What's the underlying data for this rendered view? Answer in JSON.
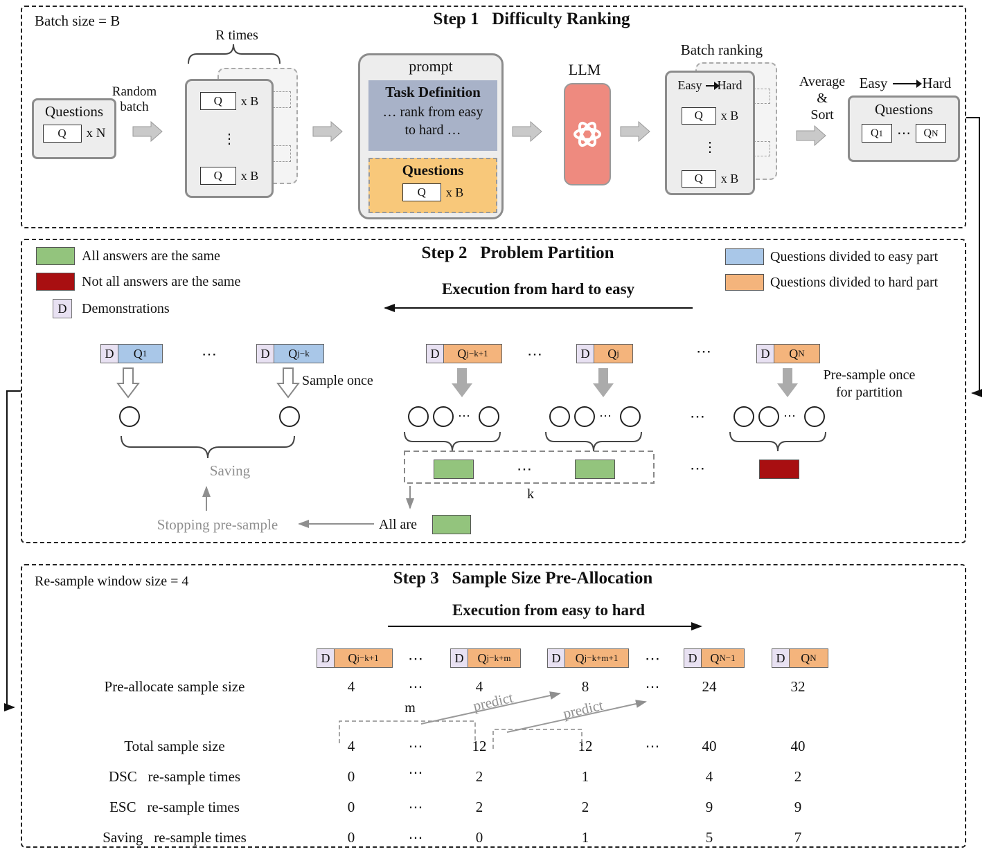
{
  "colors": {
    "easy_blue": "#a9c7e8",
    "hard_orange": "#f4b47c",
    "same_green": "#93c47d",
    "not_same_red": "#a80f11",
    "demo_lavender": "#e8e1f2",
    "llm_pink": "#ee8a7f",
    "task_slate": "#a8b2c8",
    "prompt_orange": "#f8c87a"
  },
  "step1": {
    "batch_size": "Batch size = B",
    "title": "Step 1   Difficulty Ranking",
    "questions_box": {
      "title": "Questions",
      "q": "Q",
      "count": "x N"
    },
    "random_batch": "Random\nbatch",
    "r_times": "R times",
    "batch_box": {
      "q": "Q",
      "count": "x B"
    },
    "vdots": "⋮",
    "prompt": {
      "title": "prompt",
      "task_title": "Task Definition",
      "task_body": "… rank from easy\nto hard …",
      "questions_title": "Questions",
      "q": "Q",
      "count": "x B"
    },
    "llm": "LLM",
    "batch_ranking": "Batch ranking",
    "easy_hard_box": {
      "easy": "Easy",
      "hard": "Hard"
    },
    "avg_sort": "Average\n&\nSort",
    "easy_hard_sorted": {
      "easy": "Easy",
      "hard": "Hard"
    },
    "result_box": {
      "title": "Questions",
      "q_base": "Q",
      "q1_sub": "1",
      "dots": "⋯",
      "qn_sub": "N"
    }
  },
  "step2": {
    "title": "Step 2   Problem Partition",
    "legend_left": [
      {
        "label": "All answers are the same"
      },
      {
        "label": "Not all answers are the same"
      },
      {
        "badge": "D",
        "label": "Demonstrations"
      }
    ],
    "legend_right": [
      {
        "label": "Questions divided to easy part"
      },
      {
        "label": "Questions divided to hard part"
      }
    ],
    "execution": "Execution from hard to easy",
    "items": [
      {
        "d": "D",
        "base": "Q",
        "sub": "1"
      },
      {
        "d": "D",
        "base": "Q",
        "sub": "j−k"
      },
      {
        "d": "D",
        "base": "Q",
        "sub": "j−k+1"
      },
      {
        "d": "D",
        "base": "Q",
        "sub": "j"
      },
      {
        "d": "D",
        "base": "Q",
        "sub": "N"
      }
    ],
    "dots": "⋯",
    "group_dots": "⋯",
    "sample_once": "Sample once",
    "pre_sample_once": "Pre-sample once\nfor partition",
    "saving": "Saving",
    "stopping": "Stopping pre-sample",
    "all_are": "All are",
    "k": "k"
  },
  "step3": {
    "window": "Re-sample window size = 4",
    "title": "Step 3   Sample Size Pre-Allocation",
    "execution": "Execution from easy to hard",
    "columns": [
      {
        "d": "D",
        "base": "Q",
        "sub": "j−k+1"
      },
      {
        "d": "D",
        "base": "Q",
        "sub": "j−k+m"
      },
      {
        "d": "D",
        "base": "Q",
        "sub": "j−k+m+1"
      },
      {
        "d": "D",
        "base": "Q",
        "sub": "N−1"
      },
      {
        "d": "D",
        "base": "Q",
        "sub": "N"
      }
    ],
    "dots": "⋯",
    "m": "m",
    "predict": "predict",
    "rows": [
      {
        "label": "Pre-allocate sample size",
        "values": [
          "4",
          "⋯",
          "4",
          "8",
          "⋯",
          "24",
          "32"
        ]
      },
      {
        "label": "Total sample size",
        "values": [
          "4",
          "⋯",
          "12",
          "12",
          "⋯",
          "40",
          "40"
        ]
      },
      {
        "label": "DSC   re-sample times",
        "values": [
          "0",
          "⋯",
          "2",
          "1",
          "",
          "4",
          "2"
        ]
      },
      {
        "label": "ESC   re-sample times",
        "values": [
          "0",
          "⋯",
          "2",
          "2",
          "",
          "9",
          "9"
        ]
      },
      {
        "label": "Saving   re-sample times",
        "values": [
          "0",
          "⋯",
          "0",
          "1",
          "",
          "5",
          "7"
        ]
      }
    ]
  }
}
